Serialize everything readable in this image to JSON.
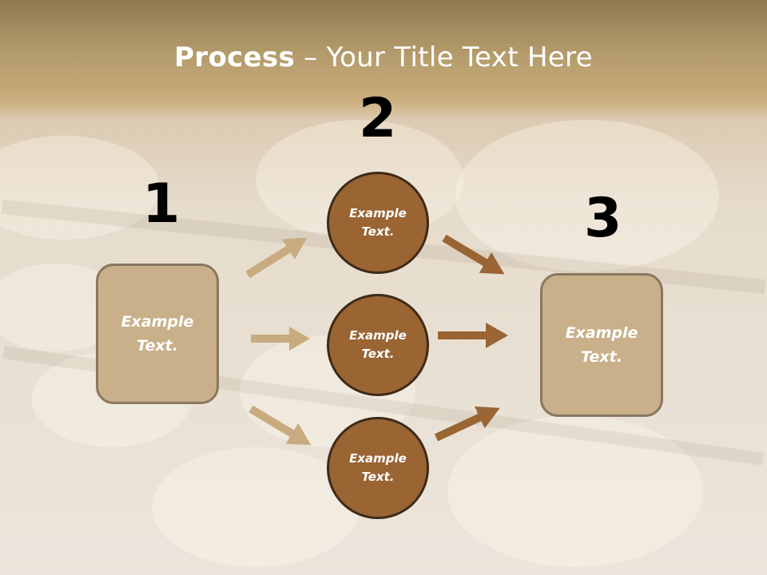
{
  "slide": {
    "title_bold": "Process",
    "title_rest": " – Your Title Text Here",
    "step_numbers": [
      "1",
      "2",
      "3"
    ],
    "left_box": {
      "text": "Example Text."
    },
    "right_box": {
      "text": "Example Text."
    },
    "circles": [
      {
        "text": "Example Text."
      },
      {
        "text": "Example Text."
      },
      {
        "text": "Example Text."
      }
    ],
    "colors": {
      "box_fill": "#c9b08a",
      "circle_fill": "#9a6433",
      "light_arrow": "#c8ac80",
      "dark_arrow": "#9a6433"
    }
  }
}
